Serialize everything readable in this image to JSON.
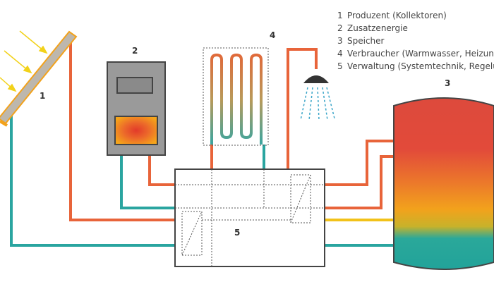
{
  "legend": {
    "items": [
      {
        "num": "1",
        "text": "Produzent (Kollektoren)"
      },
      {
        "num": "2",
        "text": "Zusatzenergie"
      },
      {
        "num": "3",
        "text": "Speicher"
      },
      {
        "num": "4",
        "text": "Verbraucher (Warmwasser, Heizung)"
      },
      {
        "num": "5",
        "text": "Verwaltung (Systemtechnik, Regelung)"
      }
    ]
  },
  "labels": {
    "collector": "1",
    "boiler": "2",
    "storage": "3",
    "consumer": "4",
    "control": "5"
  },
  "colors": {
    "hot": "#e8643a",
    "cold": "#2aa5a0",
    "yellow": "#f2c21a",
    "outline": "#444444",
    "boiler_gray": "#9a9a9a",
    "sun_ray": "#f2d21a"
  }
}
